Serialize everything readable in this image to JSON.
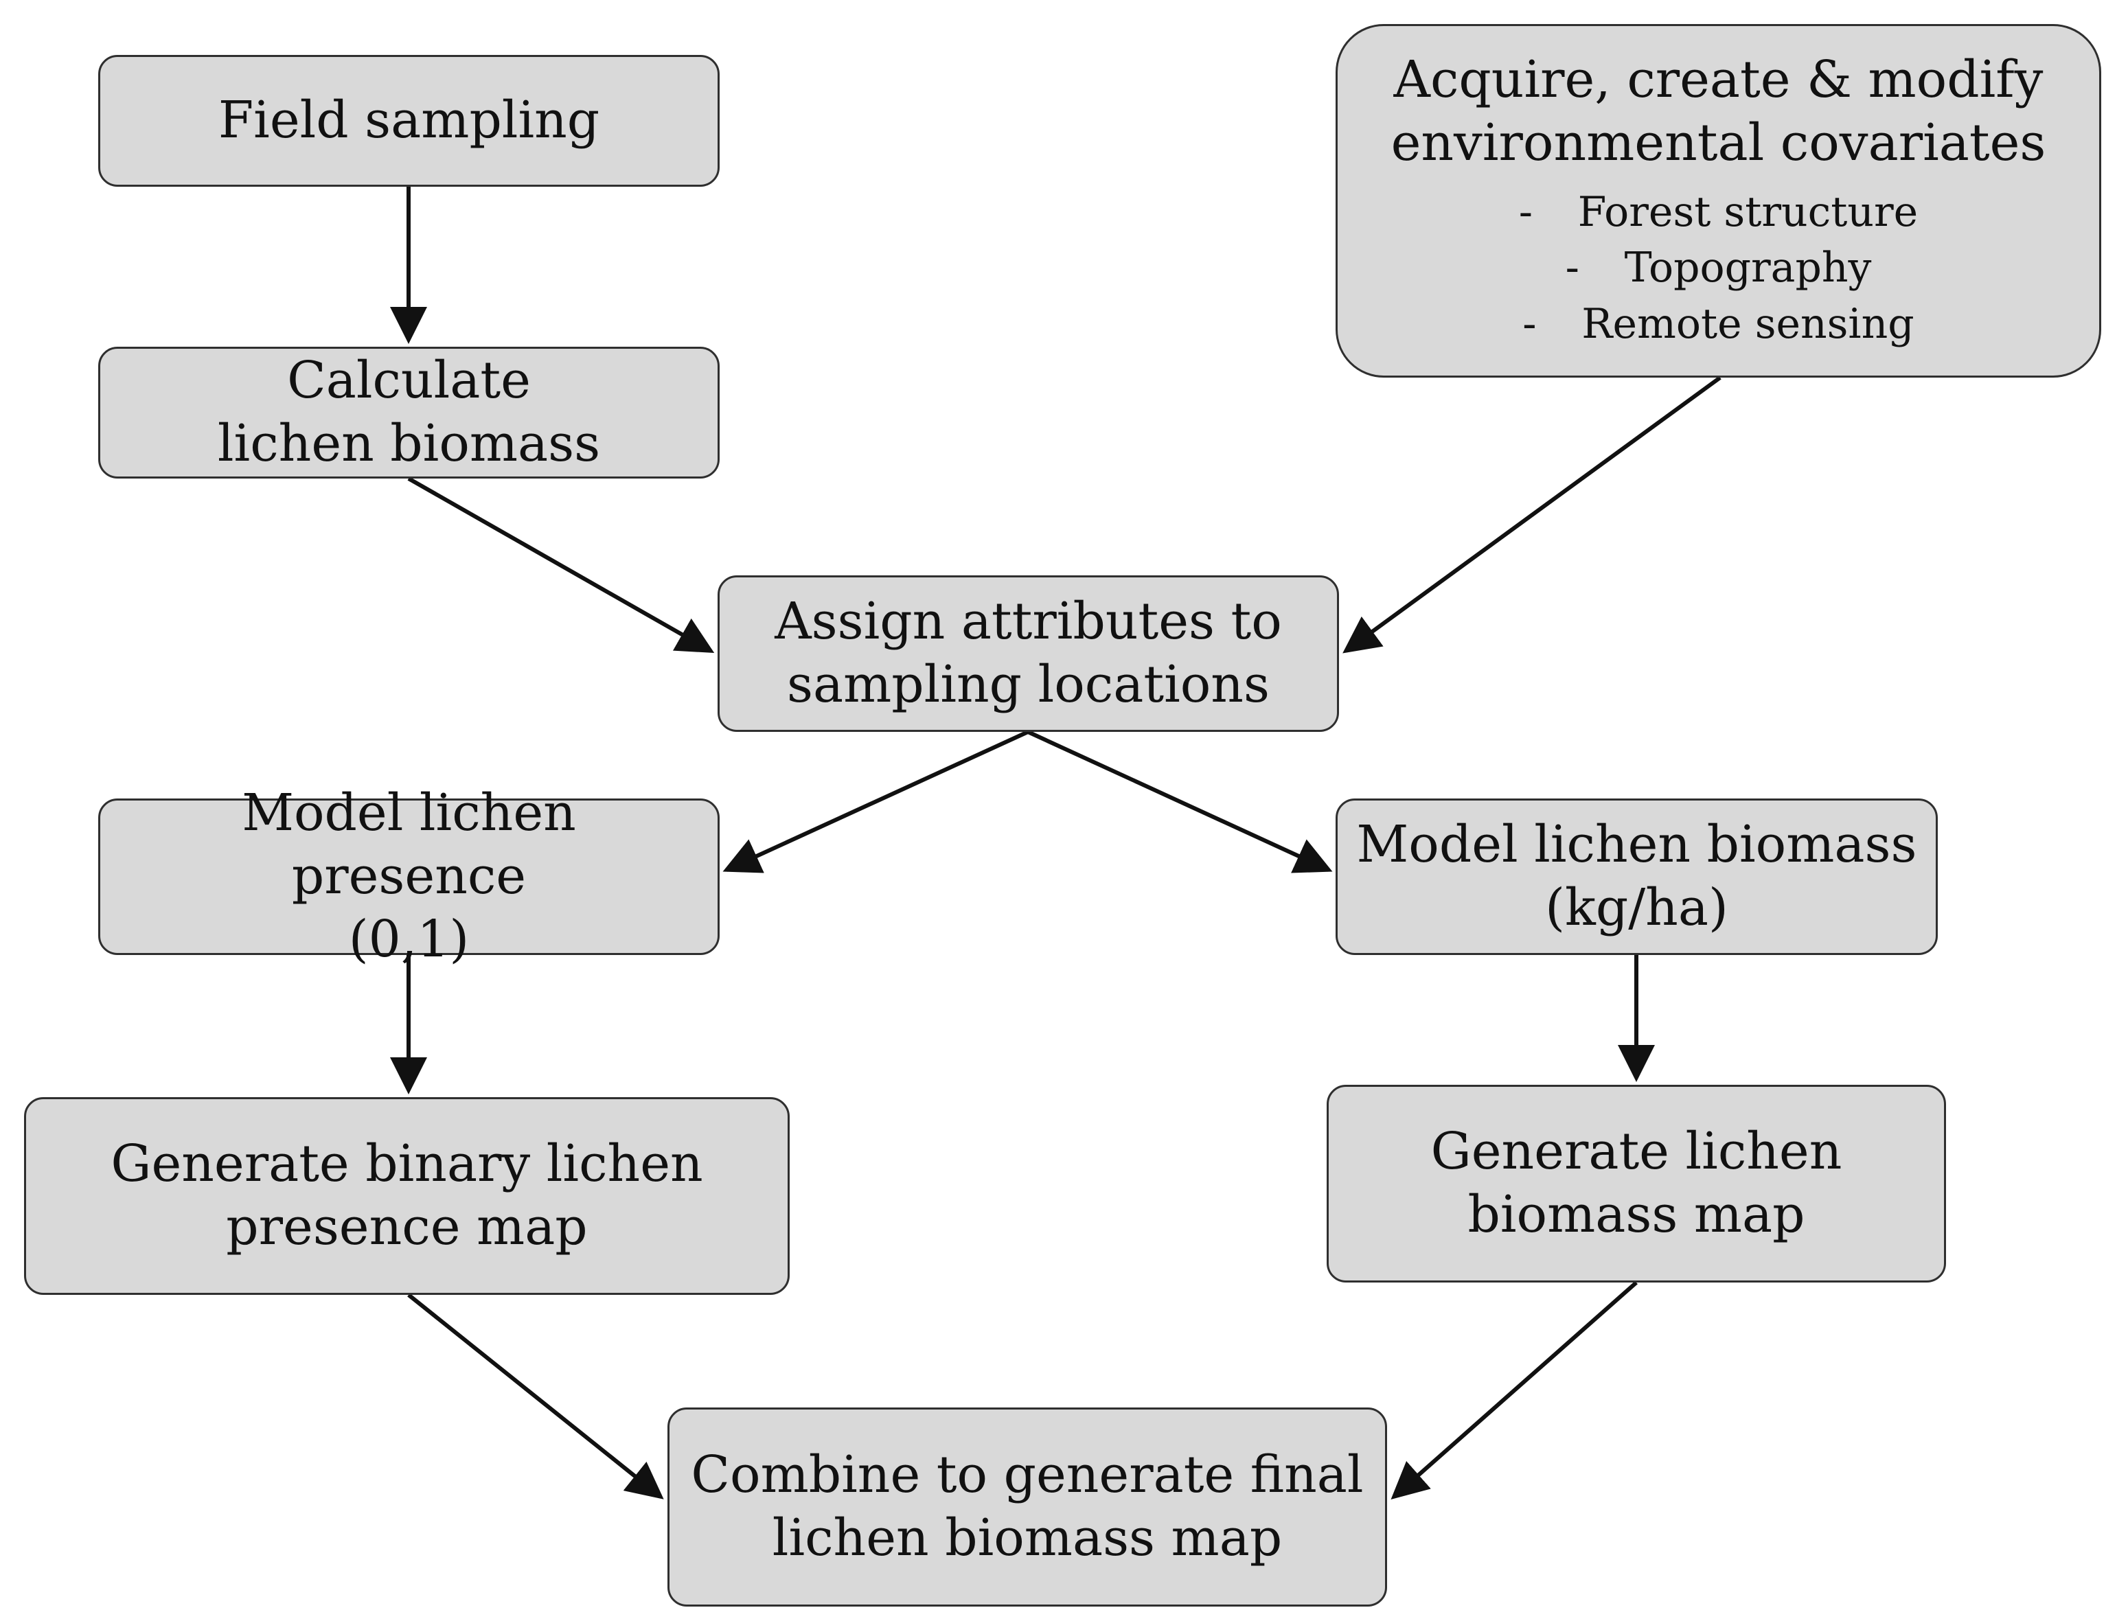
{
  "diagram": {
    "nodes": [
      {
        "id": "field",
        "text": "Field sampling"
      },
      {
        "id": "calc",
        "text": "Calculate\nlichen biomass"
      },
      {
        "id": "covariates",
        "text": "Acquire, create & modify\nenvironmental covariates",
        "list": [
          "Forest structure",
          "Topography",
          "Remote sensing"
        ],
        "bullet": "-"
      },
      {
        "id": "assign",
        "text": "Assign attributes to\nsampling locations"
      },
      {
        "id": "presence",
        "text": "Model lichen presence\n(0,1)"
      },
      {
        "id": "biomass",
        "text": "Model lichen biomass\n(kg/ha)"
      },
      {
        "id": "binarymap",
        "text": "Generate binary lichen\npresence map"
      },
      {
        "id": "biomassmap",
        "text": "Generate lichen\nbiomass map"
      },
      {
        "id": "combine",
        "text": "Combine to generate final\nlichen biomass map"
      }
    ],
    "edges": [
      {
        "from": "field",
        "to": "calc"
      },
      {
        "from": "calc",
        "to": "assign"
      },
      {
        "from": "covariates",
        "to": "assign"
      },
      {
        "from": "assign",
        "to": "presence"
      },
      {
        "from": "assign",
        "to": "biomass"
      },
      {
        "from": "presence",
        "to": "binarymap"
      },
      {
        "from": "biomass",
        "to": "biomassmap"
      },
      {
        "from": "binarymap",
        "to": "combine"
      },
      {
        "from": "biomassmap",
        "to": "combine"
      }
    ],
    "colors": {
      "node_fill": "#d9d9d9",
      "node_border": "#2f2f2f",
      "arrow": "#111111",
      "text": "#111111"
    }
  }
}
